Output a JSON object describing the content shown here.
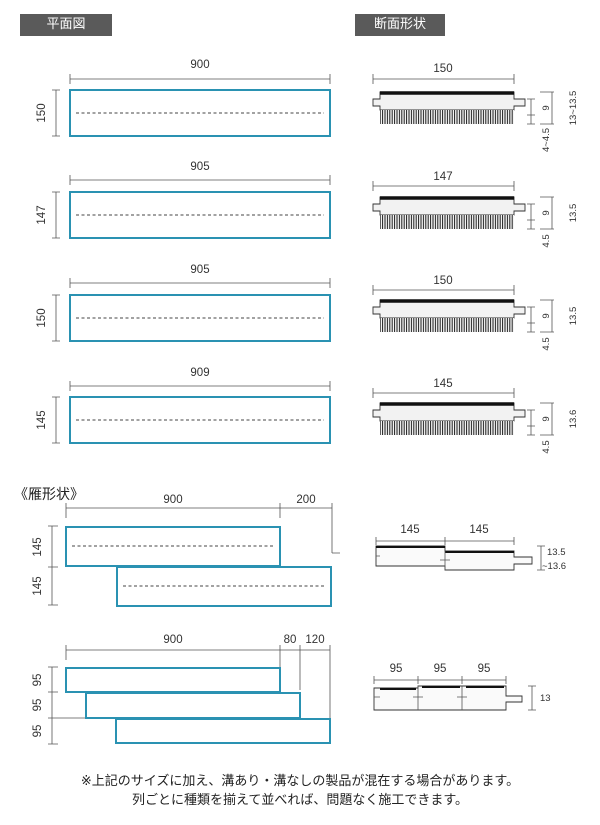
{
  "headers": {
    "plan": "平面図",
    "section": "断面形状"
  },
  "rows": [
    {
      "length": "900",
      "width": "150",
      "sec_width": "150",
      "tongue": "9",
      "bottom": "4~4.5",
      "thickness": "13~13.5"
    },
    {
      "length": "905",
      "width": "147",
      "sec_width": "147",
      "tongue": "9",
      "bottom": "4.5",
      "thickness": "13.5"
    },
    {
      "length": "905",
      "width": "150",
      "sec_width": "150",
      "tongue": "9",
      "bottom": "4.5",
      "thickness": "13.5"
    },
    {
      "length": "909",
      "width": "145",
      "sec_width": "145",
      "tongue": "9",
      "bottom": "4.5",
      "thickness": "13.6"
    }
  ],
  "gan_label": "《雁形状》",
  "gan1": {
    "length": "900",
    "offset": "200",
    "w1": "145",
    "w2": "145",
    "sec_w1": "145",
    "sec_w2": "145",
    "thickness": "13.5\n~13.6"
  },
  "gan2": {
    "length": "900",
    "off1": "80",
    "off2": "120",
    "w1": "95",
    "w2": "95",
    "w3": "95",
    "sec_w1": "95",
    "sec_w2": "95",
    "sec_w3": "95",
    "thickness": "13"
  },
  "notes": [
    "※上記のサイズに加え、溝あり・溝なしの製品が混在する場合があります。",
    "列ごとに種類を揃えて並べれば、問題なく施工できます。"
  ]
}
